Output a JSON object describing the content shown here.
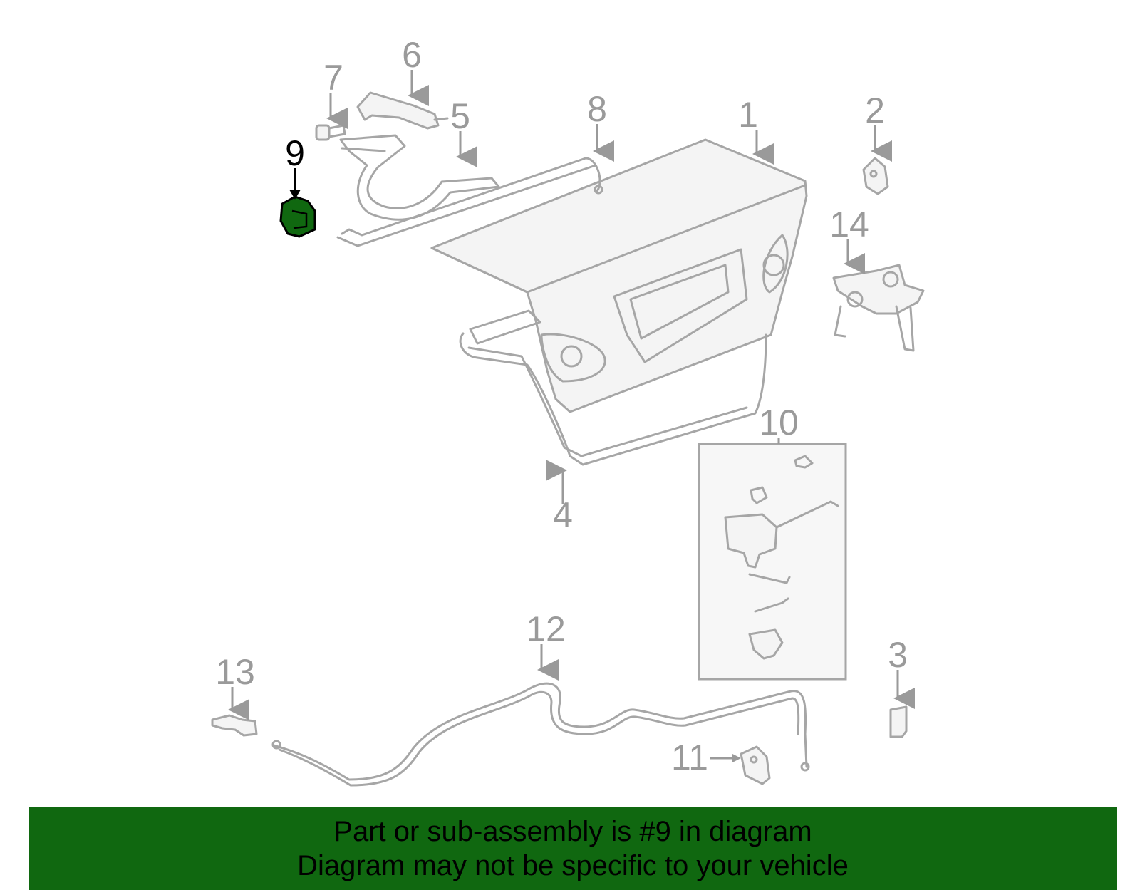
{
  "diagram": {
    "callouts": [
      {
        "id": "c1",
        "label": "1"
      },
      {
        "id": "c2",
        "label": "2"
      },
      {
        "id": "c3",
        "label": "3"
      },
      {
        "id": "c4",
        "label": "4"
      },
      {
        "id": "c5",
        "label": "5"
      },
      {
        "id": "c6",
        "label": "6"
      },
      {
        "id": "c7",
        "label": "7"
      },
      {
        "id": "c8",
        "label": "8"
      },
      {
        "id": "c9",
        "label": "9"
      },
      {
        "id": "c10",
        "label": "10"
      },
      {
        "id": "c11",
        "label": "11"
      },
      {
        "id": "c12",
        "label": "12"
      },
      {
        "id": "c13",
        "label": "13"
      },
      {
        "id": "c14",
        "label": "14"
      }
    ],
    "highlighted_part": "9",
    "colors": {
      "highlight": "#106810",
      "part_stroke": "#a6a6a6",
      "label": "#9a9a9a",
      "banner_bg": "#106810"
    }
  },
  "banner": {
    "line1": "Part or sub-assembly is #9 in diagram",
    "line2": "Diagram may not be specific to your vehicle"
  }
}
